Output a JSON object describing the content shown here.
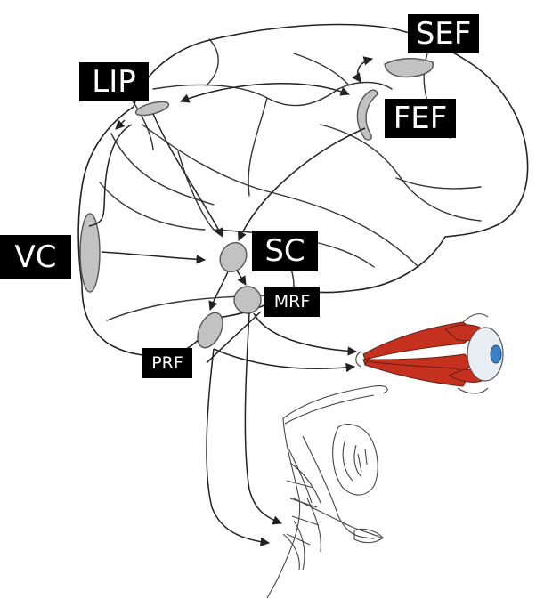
{
  "labels": {
    "sef": "SEF",
    "lip": "LIP",
    "fef": "FEF",
    "vc": "VC",
    "sc": "SC",
    "mrf": "MRF",
    "prf": "PRF"
  },
  "colors": {
    "label_background": "#000000",
    "label_text": "#ffffff",
    "area_fill": "#c2c2c2",
    "muscle": "#c4321f",
    "iris": "#3b7fc4"
  }
}
